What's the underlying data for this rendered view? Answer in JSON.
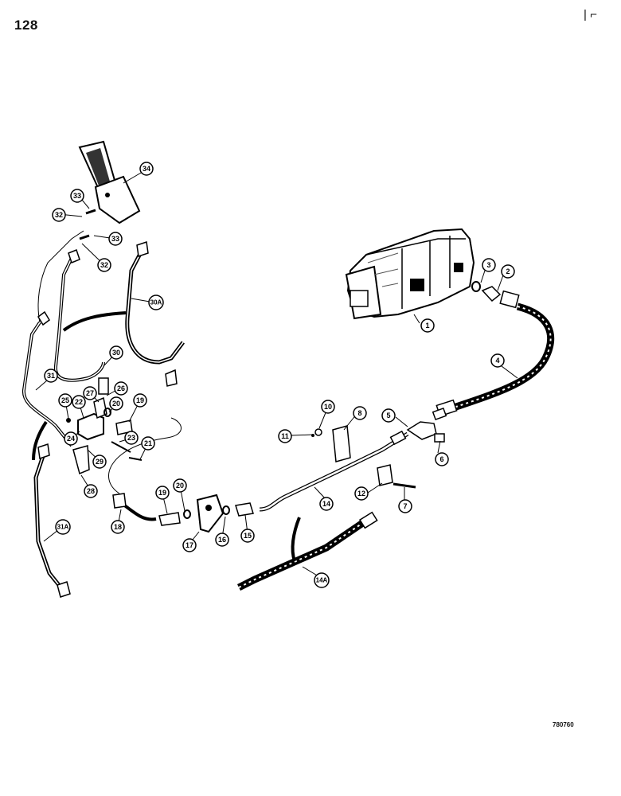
{
  "page_number": "128",
  "corner_mark": "| ⌐",
  "figure_code": "780760",
  "callouts": [
    "1",
    "2",
    "3",
    "4",
    "5",
    "6",
    "7",
    "8",
    "10",
    "11",
    "12",
    "14",
    "14A",
    "15",
    "16",
    "17",
    "18",
    "19",
    "19",
    "20",
    "20",
    "21",
    "22",
    "23",
    "24",
    "25",
    "26",
    "27",
    "28",
    "29",
    "30",
    "30A",
    "31",
    "31A",
    "32",
    "32",
    "33",
    "33",
    "34"
  ]
}
